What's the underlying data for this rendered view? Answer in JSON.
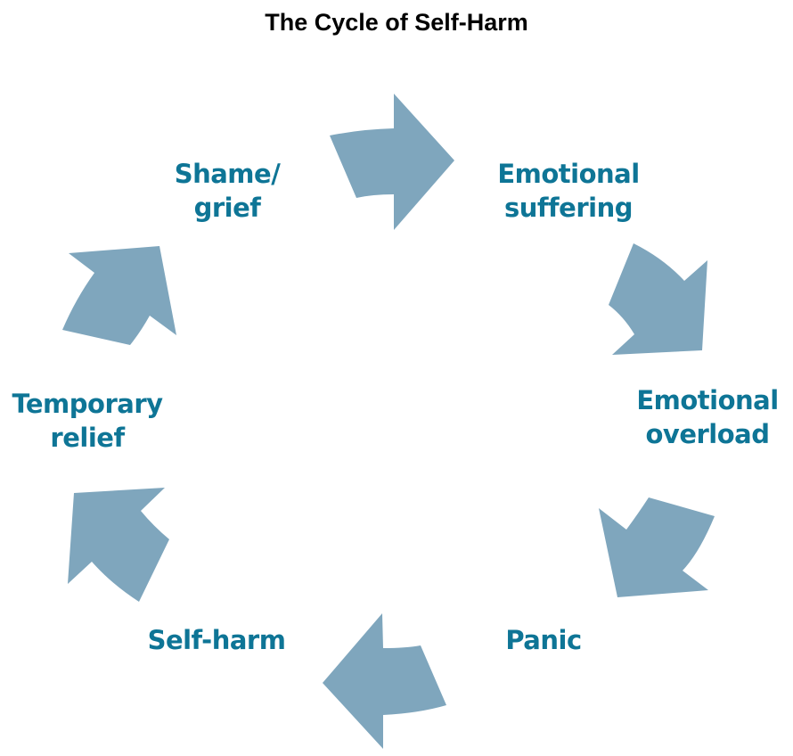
{
  "title": "The Cycle of Self-Harm",
  "colors": {
    "label": "#0e7596",
    "arrow": "#7fa6bd"
  },
  "stages": [
    {
      "id": "emotional-suffering",
      "line1": "Emotional",
      "line2": "suffering"
    },
    {
      "id": "emotional-overload",
      "line1": "Emotional",
      "line2": "overload"
    },
    {
      "id": "panic",
      "line1": "Panic",
      "line2": ""
    },
    {
      "id": "self-harm",
      "line1": "Self-harm",
      "line2": ""
    },
    {
      "id": "temporary-relief",
      "line1": "Temporary",
      "line2": "relief"
    },
    {
      "id": "shame-grief",
      "line1": "Shame/",
      "line2": "grief"
    }
  ],
  "arrows": [
    {
      "from": "shame-grief",
      "to": "emotional-suffering",
      "direction": "right"
    },
    {
      "from": "emotional-suffering",
      "to": "emotional-overload",
      "direction": "down-right"
    },
    {
      "from": "emotional-overload",
      "to": "panic",
      "direction": "down-left"
    },
    {
      "from": "panic",
      "to": "self-harm",
      "direction": "left"
    },
    {
      "from": "self-harm",
      "to": "temporary-relief",
      "direction": "up-left"
    },
    {
      "from": "temporary-relief",
      "to": "shame-grief",
      "direction": "up-right"
    }
  ]
}
